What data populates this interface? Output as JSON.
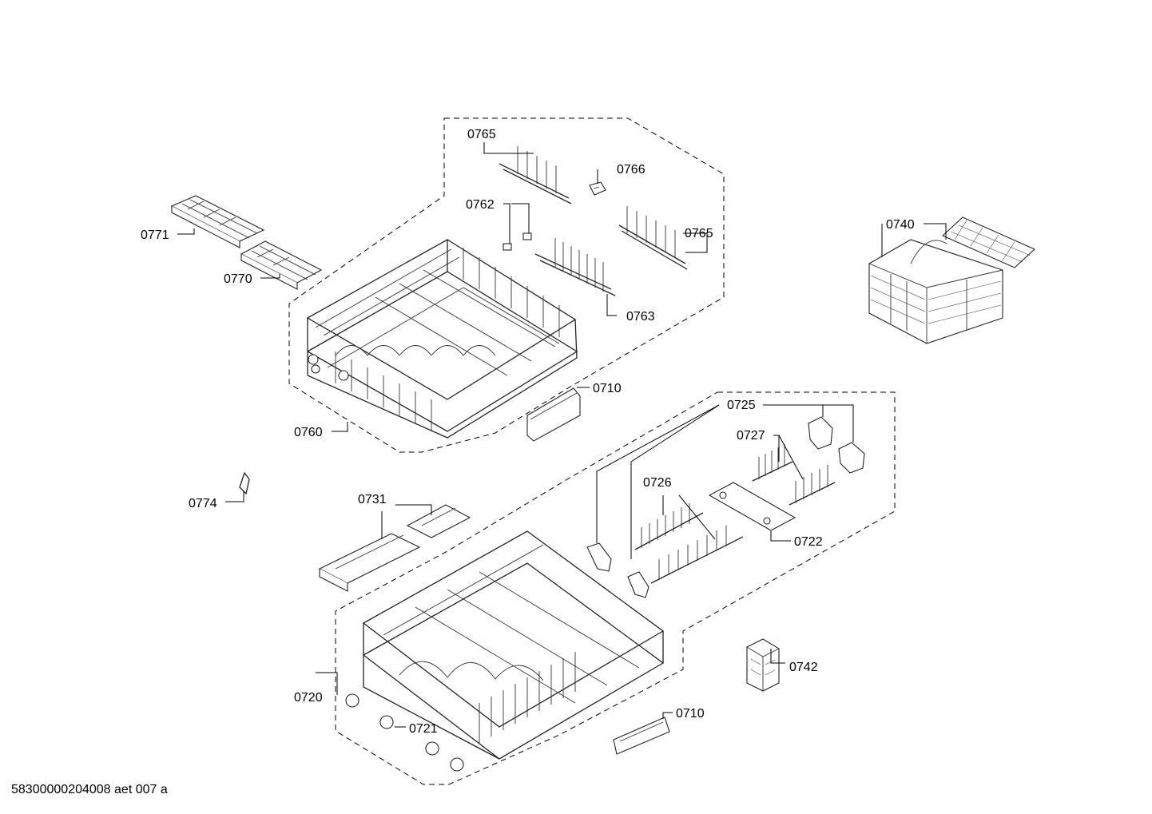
{
  "diagram": {
    "callouts": {
      "c0765a": "0765",
      "c0766": "0766",
      "c0762": "0762",
      "c0765b": "0765",
      "c0763": "0763",
      "c0771": "0771",
      "c0770": "0770",
      "c0740": "0740",
      "c0710a": "0710",
      "c0760": "0760",
      "c0725": "0725",
      "c0727": "0727",
      "c0726": "0726",
      "c0722": "0722",
      "c0774": "0774",
      "c0731": "0731",
      "c0742": "0742",
      "c0720": "0720",
      "c0721": "0721",
      "c0710b": "0710"
    },
    "footer": "58300000204008 aet 007 a"
  }
}
